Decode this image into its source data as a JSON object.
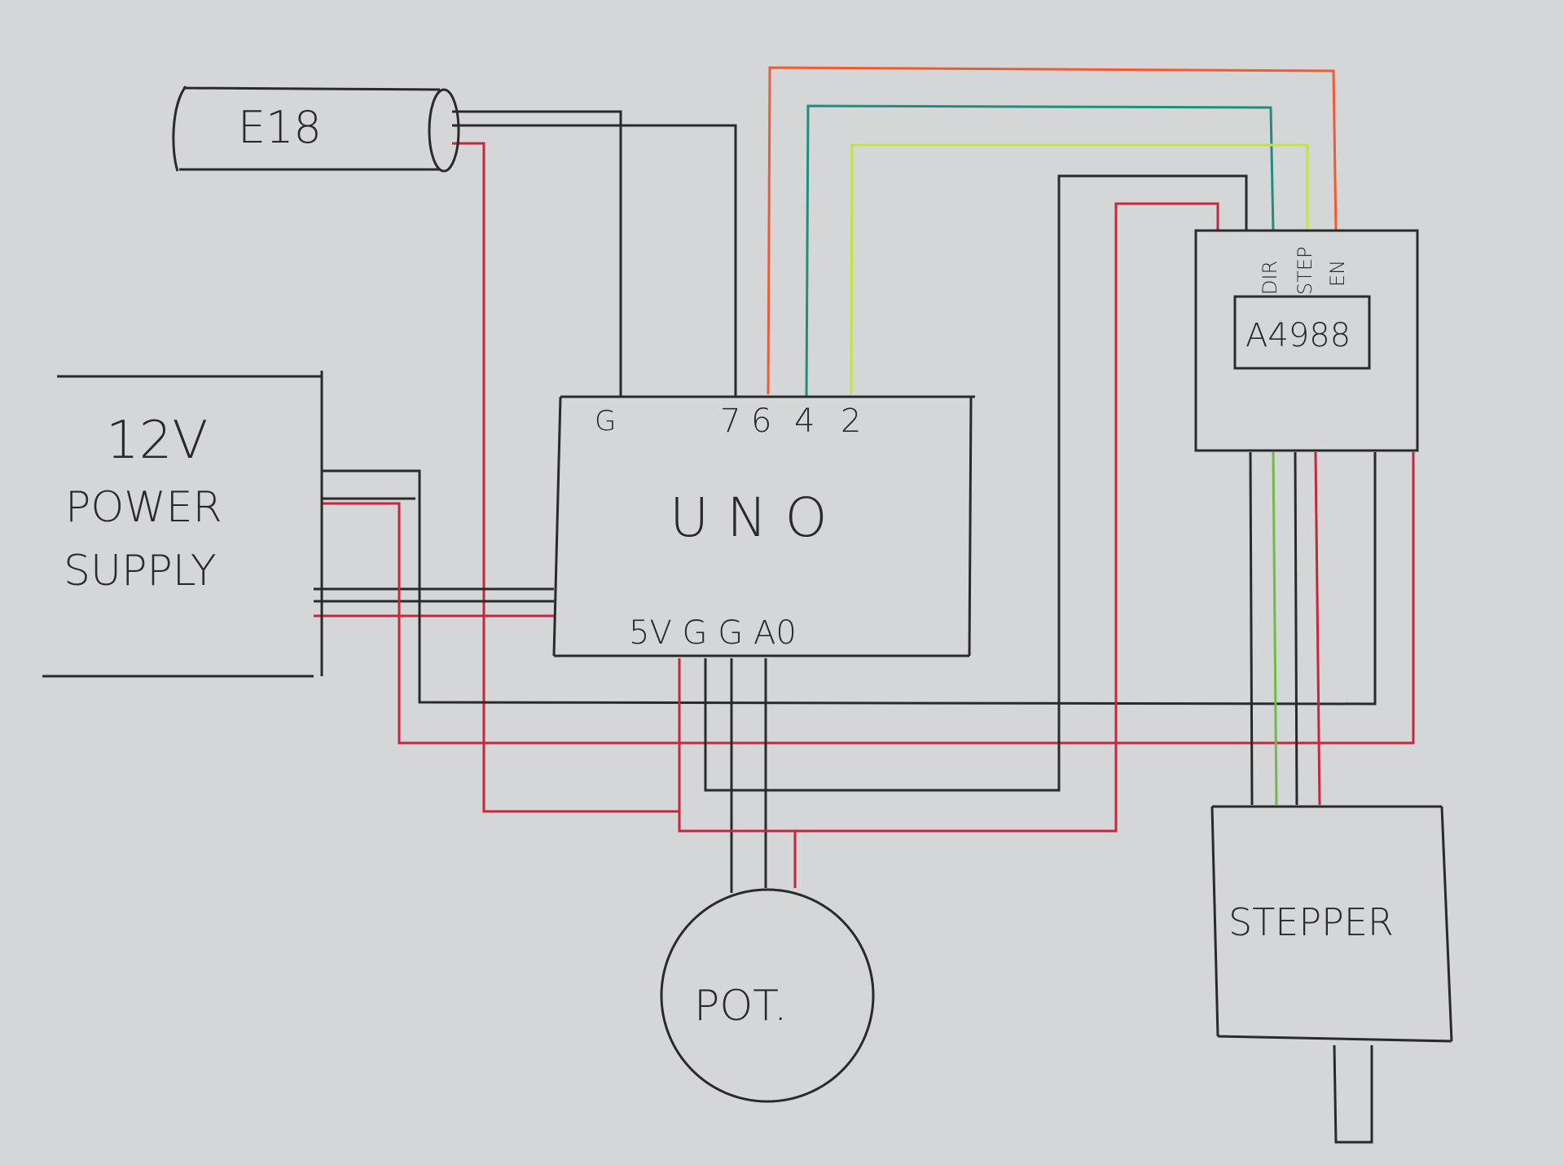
{
  "colors": {
    "paper": "#d4d6d8",
    "ink": "#2a2a2a",
    "black_wire": "#2a2a2a",
    "red_wire": "#c4283c",
    "orange_wire": "#f25a33",
    "teal_wire": "#1f8f7c",
    "yellow_green_wire": "#c6e33c"
  },
  "components": {
    "e18": {
      "label": "E18"
    },
    "power_supply": {
      "line1": "12V",
      "line2": "POWER",
      "line3": "SUPPLY"
    },
    "uno": {
      "label": "UNO",
      "pin_g_top": "G",
      "pin_7": "7",
      "pin_6": "6",
      "pin_4": "4",
      "pin_2": "2",
      "bottom_pins": "5V G G A0"
    },
    "driver": {
      "label": "A4988",
      "pin_dir": "DIR",
      "pin_step": "STEP",
      "pin_en": "EN"
    },
    "pot": {
      "label": "POT."
    },
    "stepper": {
      "label": "STEPPER"
    }
  }
}
